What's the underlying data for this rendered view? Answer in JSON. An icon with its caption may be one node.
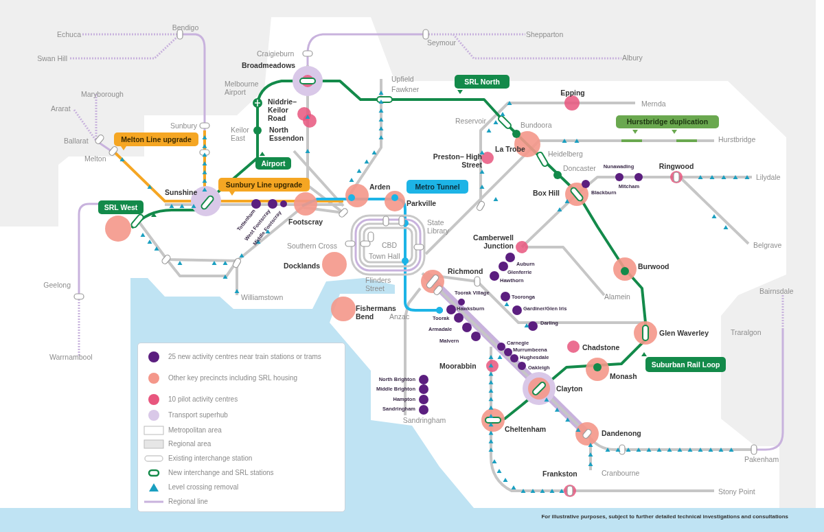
{
  "diagram": {
    "nodes": [
      {
        "text": [
          "SRL North"
        ]
      },
      {
        "text": [
          "Hurstbridge duplication"
        ]
      },
      {
        "text": [
          "Melton Line upgrade"
        ]
      },
      {
        "text": [
          "Airport"
        ]
      },
      {
        "text": [
          "Sunbury Line upgrade"
        ]
      },
      {
        "text": [
          "Metro Tunnel"
        ]
      },
      {
        "text": [
          "SRL West"
        ]
      },
      {
        "text": [
          "Suburban Rail Loop"
        ]
      }
    ],
    "labels": [
      "Echuca",
      "Bendigo",
      "Swan Hill",
      "Seymour",
      "Shepparton",
      "Albury",
      "Craigieburn",
      "Broadmeadows",
      "Melbourne Airport",
      "Upfield",
      "Fawkner",
      "Epping",
      "Maryborough",
      "Mernda",
      "Niddrie– Keilor Road",
      "Ararat",
      "Reservoir",
      "Bundoora",
      "Keilor East",
      "North Essendon",
      "Sunbury",
      "Hurstbridge",
      "Ballarat",
      "La Trobe",
      "Heidelberg",
      "Preston– High Street",
      "Melton",
      "Doncaster",
      "Nunawading",
      "Ringwood",
      "Lilydale",
      "Mitcham",
      "Arden",
      "Sunshine",
      "Box Hill",
      "Blackburn",
      "Parkville",
      "Tottenham",
      "West Footscray",
      "Middle Footscray",
      "Footscray",
      "State Library",
      "Camberwell Junction",
      "Southern Cross",
      "CBD",
      "Belgrave",
      "Town Hall",
      "Auburn",
      "Docklands",
      "Burwood",
      "Richmond",
      "Glenferrie",
      "Hawthorn",
      "Flinders Street",
      "Geelong",
      "Bairnsdale",
      "Toorak Village",
      "Alamein",
      "Williamstown",
      "Tooronga",
      "Fishermans Bend",
      "Hawksburn",
      "Gardiner/Glen Iris",
      "Anzac",
      "Toorak",
      "Darling",
      "Armadale",
      "Traralgon",
      "Glen Waverley",
      "Malvern",
      "Carnegie",
      "Chadstone",
      "Murrumbeena",
      "Warrnambool",
      "Hughesdale",
      "Moorabbin",
      "Oakleigh",
      "Monash",
      "North Brighton",
      "Clayton",
      "Middle Brighton",
      "Hampton",
      "Sandringham",
      "Sandringham",
      "Cheltenham",
      "Dandenong",
      "Pakenham",
      "Frankston",
      "Cranbourne",
      "Stony Point",
      "For illustrative purposes, subject to further detailed technical investigations and consultations"
    ],
    "legend": [
      {
        "text": "25 new activity centres near train stations or trams",
        "color": "#5b1e7f"
      },
      {
        "text": "Other key precincts including SRL housing",
        "color": "#f4978a"
      },
      {
        "text": "10 pilot activity centres",
        "color": "#e8567e"
      },
      {
        "text": "Transport superhub",
        "color": "#d9c8e8"
      },
      {
        "text": "Metropolitan area"
      },
      {
        "text": "Regional area"
      },
      {
        "text": "Existing interchange station"
      },
      {
        "text": "New interchange and SRL stations"
      },
      {
        "text": "Level crossing removal"
      },
      {
        "text": "Regional line"
      }
    ]
  }
}
